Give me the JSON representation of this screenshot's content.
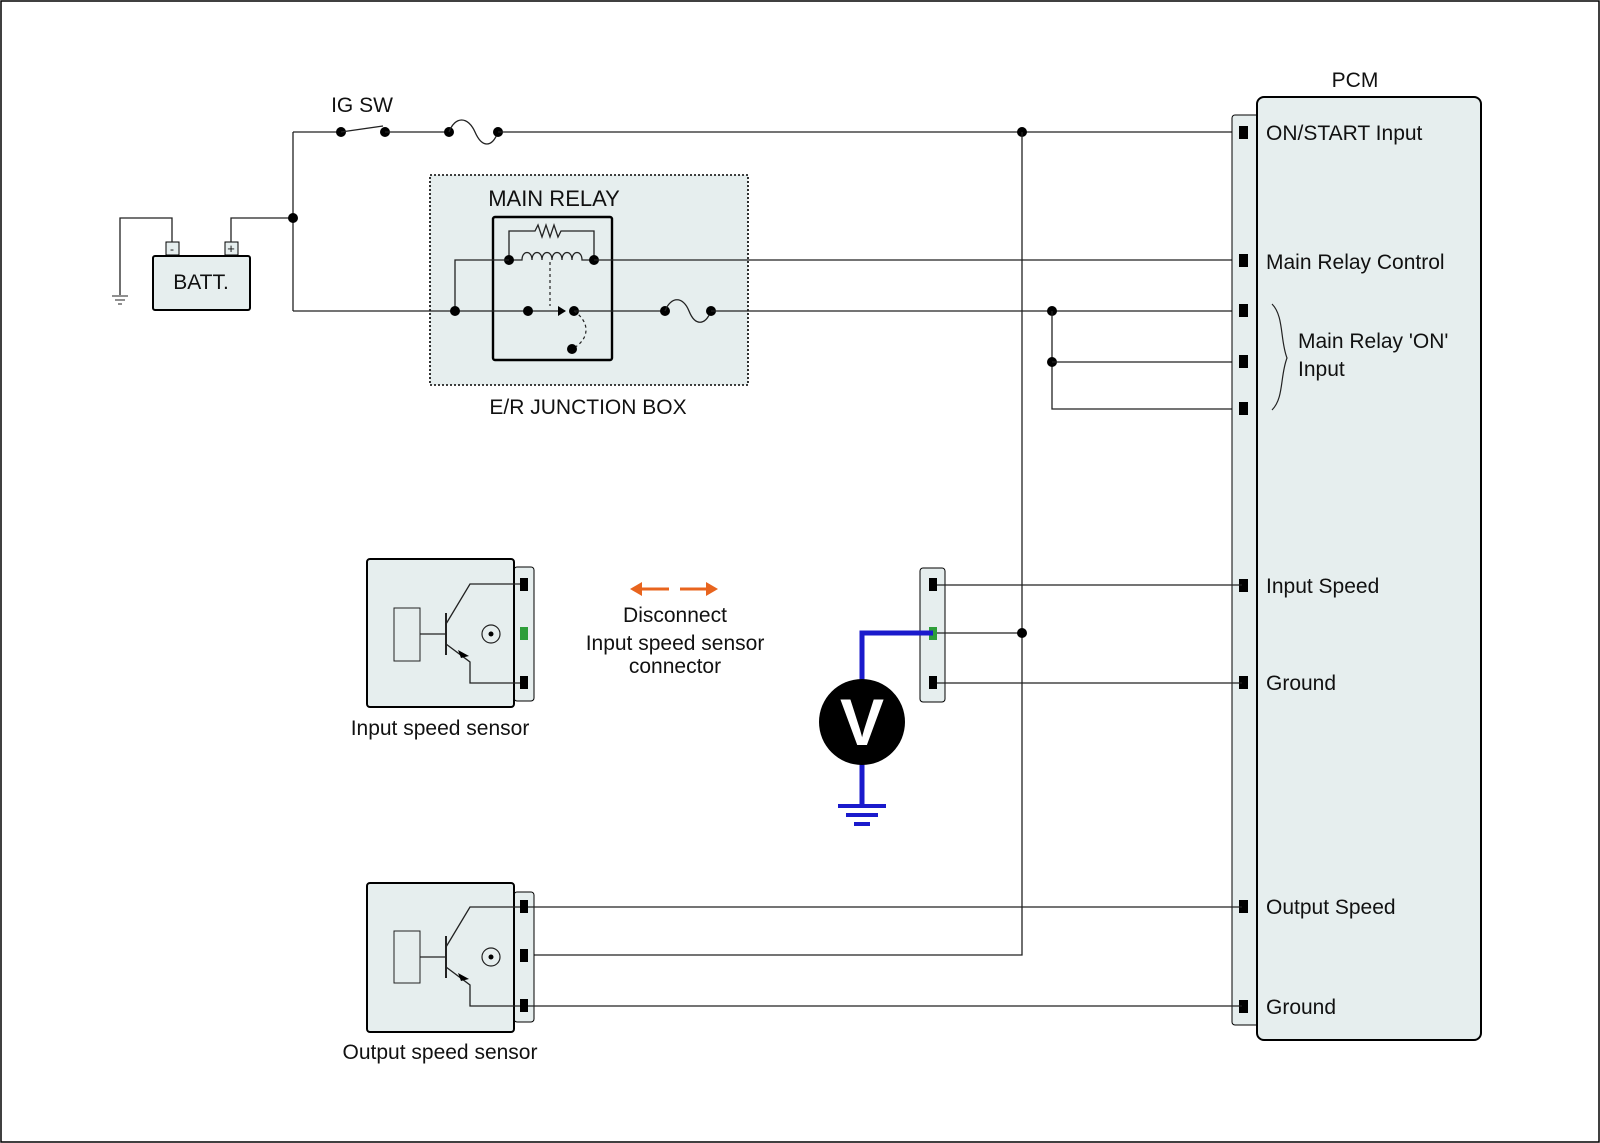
{
  "colors": {
    "panel_fill": "#e6eeee",
    "meter_wire": "#1a1acc",
    "arrow": "#e8641e",
    "tested_pin": "#2e9e3a",
    "meter_body": "#000000"
  },
  "labels": {
    "ig_sw": "IG SW",
    "battery": "BATT.",
    "batt_neg": "-",
    "batt_pos": "+",
    "main_relay": "MAIN RELAY",
    "junction_box": "E/R JUNCTION BOX",
    "pcm": "PCM",
    "input_speed_sensor": "Input speed sensor",
    "output_speed_sensor": "Output speed sensor",
    "instruction_line1": "Disconnect",
    "instruction_line2": "Input speed sensor",
    "instruction_line3": "connector",
    "voltmeter": "V"
  },
  "pcm_pins": {
    "on_start": "ON/START Input",
    "main_relay_control": "Main Relay Control",
    "main_relay_on_line1": "Main Relay 'ON'",
    "main_relay_on_line2": "Input",
    "input_speed": "Input Speed",
    "ground_1": "Ground",
    "output_speed": "Output Speed",
    "ground_2": "Ground"
  },
  "icons": {
    "voltmeter": "voltmeter-icon",
    "ground": "ground-symbol-icon",
    "fuse": "fuse-icon",
    "arrow": "double-arrow-icon"
  }
}
